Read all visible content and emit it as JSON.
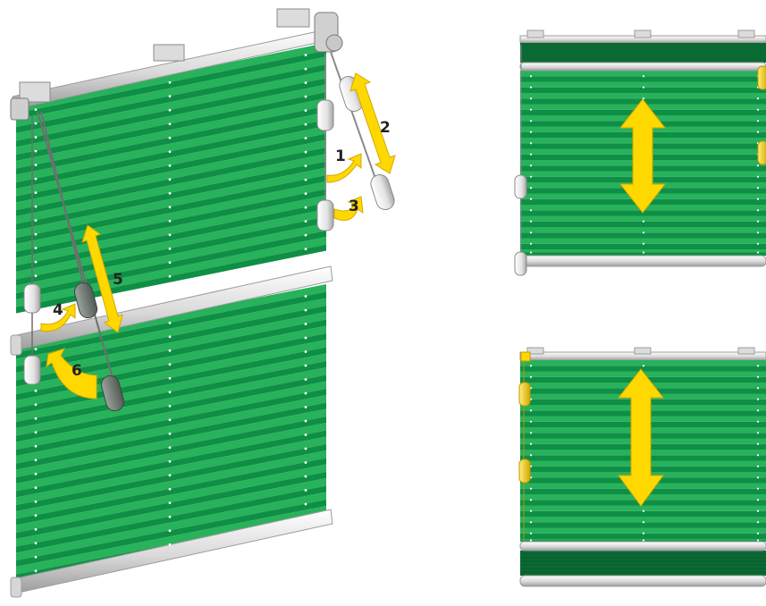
{
  "colors": {
    "fabric": "#0e8f45",
    "fabric_light": "#27b25b",
    "fabric_dark": "#0a6a33",
    "rail": "#e6e6e6",
    "rail_shadow": "#9c9c9c",
    "arrow": "#ffd800",
    "arrow_edge": "#d4a800",
    "handle": "#efefef",
    "handle_dark": "#8a8a8a",
    "cord": "#7a7a7a",
    "label": "#222222"
  },
  "icons": [
    "double-arrow-icon",
    "curved-arrow-icon",
    "cord-handle-icon",
    "bracket-icon"
  ],
  "labels": {
    "step1": "1",
    "step2": "2",
    "step3": "3",
    "step4": "4",
    "step5": "5",
    "step6": "6"
  }
}
